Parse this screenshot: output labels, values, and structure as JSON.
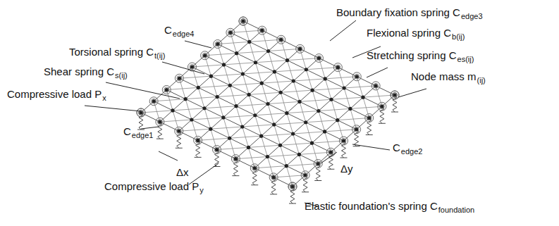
{
  "diagram": {
    "labels": [
      "Boundary fixation spring C",
      "edge3",
      "C",
      "edge4",
      "Flexional spring C",
      "b(ij)",
      "Torsional spring C",
      "t(ij)",
      "Stretching spring C",
      "es(ij)",
      "Shear spring C",
      "s(ij)",
      "Node mass m",
      "(ij)",
      "Compressive load P",
      "x",
      "C",
      "edge1",
      "C",
      "edge2",
      "Δx",
      "Δy",
      "Compressive load P",
      "y",
      "Elastic foundation's spring C",
      "foundation"
    ]
  }
}
